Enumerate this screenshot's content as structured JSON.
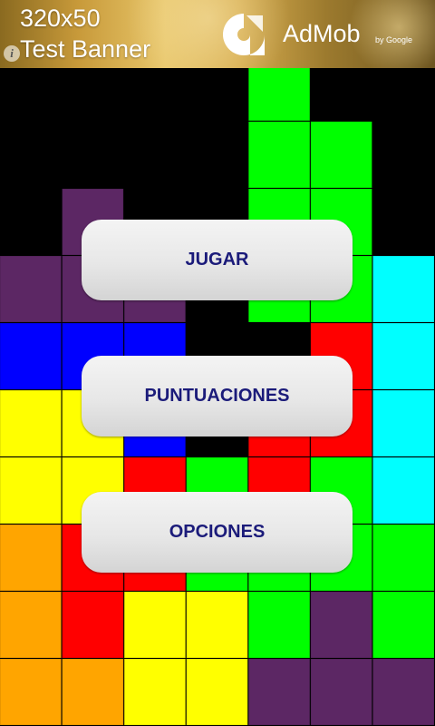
{
  "ad": {
    "size_text": "320x50",
    "label": "Test Banner",
    "info_glyph": "i",
    "brand": "AdMob",
    "by_line": "by Google",
    "icon": "admob-logo-icon"
  },
  "menu": {
    "play": "JUGAR",
    "scores": "PUNTUACIONES",
    "options": "OPCIONES"
  },
  "palette": {
    "P": "#5c2764",
    "B": "#0000ff",
    "Y": "#ffff00",
    "R": "#ff0000",
    "G": "#00ff00",
    "C": "#00ffff",
    "O": "#ffa500"
  },
  "board": {
    "columns": 7,
    "rows": 10,
    "cells": [
      "....G..",
      "....GG.",
      ".P..GG.",
      "PPP.GGC",
      "BBB..RC",
      "YYB.RRC",
      "YYRGRGC",
      "ORRGGGG",
      "ORYYGPG",
      "OOYYPPP"
    ]
  }
}
